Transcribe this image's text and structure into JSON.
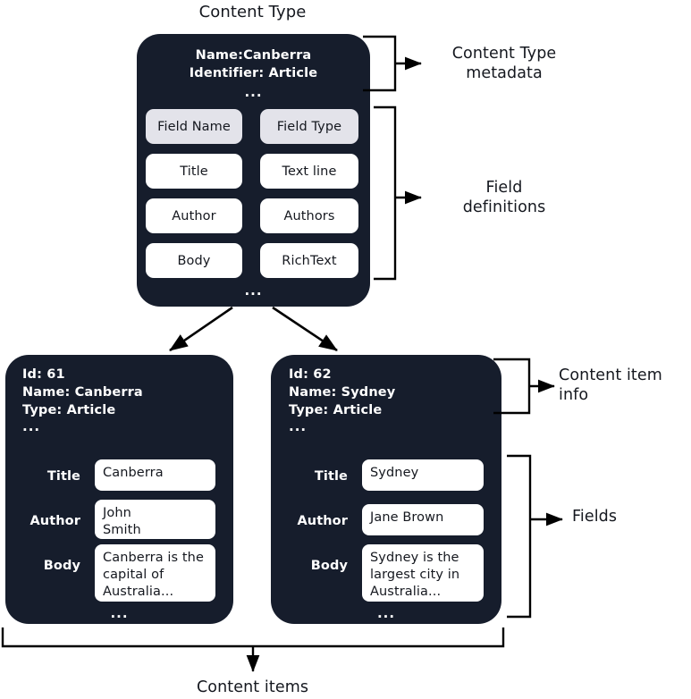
{
  "diagram": {
    "title": "Content Type",
    "bottom_label": "Content items",
    "annotations": {
      "content_type_metadata": "Content Type\nmetadata",
      "field_definitions": "Field\ndefinitions",
      "content_item_info": "Content item\ninfo",
      "fields": "Fields"
    },
    "colors": {
      "card_bg": "#161d2c",
      "chip_header_bg": "#e3e3ea",
      "chip_cell_bg": "#ffffff",
      "text_light": "#ffffff",
      "text_dark": "#15181f",
      "stroke": "#000000",
      "page_bg": "#ffffff"
    },
    "ellipsis": "..."
  },
  "content_type": {
    "metadata": "Name:Canberra\nIdentifier: Article",
    "table": {
      "headers": [
        "Field Name",
        "Field Type"
      ],
      "rows": [
        [
          "Title",
          "Text line"
        ],
        [
          "Author",
          "Authors"
        ],
        [
          "Body",
          "RichText"
        ]
      ]
    }
  },
  "content_items": [
    {
      "info": "Id: 61\nName: Canberra\nType: Article",
      "fields": [
        {
          "label": "Title",
          "value": "Canberra"
        },
        {
          "label": "Author",
          "value": "John\nSmith"
        },
        {
          "label": "Body",
          "value": "Canberra is the\ncapital of\nAustralia..."
        }
      ]
    },
    {
      "info": "Id: 62\nName: Sydney\nType: Article",
      "fields": [
        {
          "label": "Title",
          "value": "Sydney"
        },
        {
          "label": "Author",
          "value": "Jane Brown"
        },
        {
          "label": "Body",
          "value": "Sydney is the\nlargest city in\nAustralia..."
        }
      ]
    }
  ]
}
